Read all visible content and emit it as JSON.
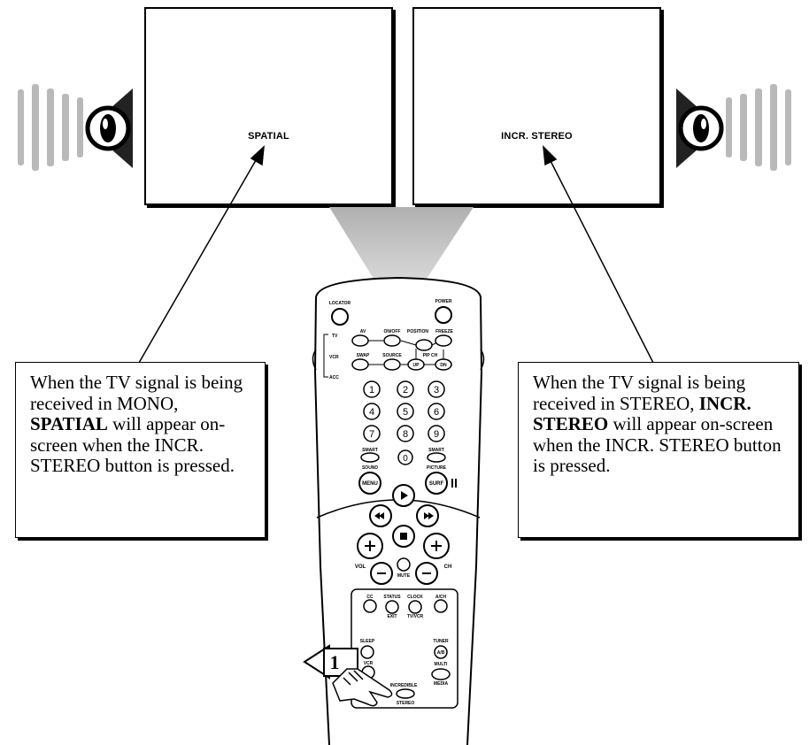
{
  "screens": {
    "left_label": "SPATIAL",
    "right_label": "INCR. STEREO"
  },
  "callouts": {
    "left": {
      "part1": "When the TV signal is being received in MONO, ",
      "bold": "SPATIAL",
      "part2": " will appear on-screen when the INCR. STEREO button is pressed."
    },
    "right": {
      "part1": "When the TV signal is being received in STEREO, ",
      "bold": "INCR. STEREO",
      "part2": " will appear on-screen when the INCR. STEREO button is pressed."
    }
  },
  "step_marker": "1",
  "remote": {
    "locator": "LOCATOR",
    "power": "POWER",
    "side_tv": "TV",
    "side_vcr": "VCR",
    "side_acc": "ACC",
    "av": "AV",
    "onoff": "ON/OFF",
    "position": "POSITION",
    "freeze": "FREEZE",
    "swap": "SWAP",
    "source": "SOURCE",
    "pipch": "PIP CH",
    "up": "UP",
    "dn": "DN",
    "digits": [
      "1",
      "2",
      "3",
      "4",
      "5",
      "6",
      "7",
      "8",
      "9",
      "0"
    ],
    "smart_left": "SMART",
    "sound": "SOUND",
    "smart_right": "SMART",
    "picture": "PICTURE",
    "menu": "MENU",
    "surf": "SURF",
    "vol": "VOL",
    "ch": "CH",
    "mute": "MUTE",
    "cc": "CC",
    "status": "STATUS",
    "clock": "CLOCK",
    "ach": "A/CH",
    "exit": "EXIT",
    "tvvcr": "TV/VCR",
    "sleep": "SLEEP",
    "tuner": "TUNER",
    "ab": "A/B",
    "vcr": "VCR",
    "multi": "MULTI",
    "media": "MEDIA",
    "incredible": "INCREDIBLE",
    "stereo": "STEREO"
  }
}
